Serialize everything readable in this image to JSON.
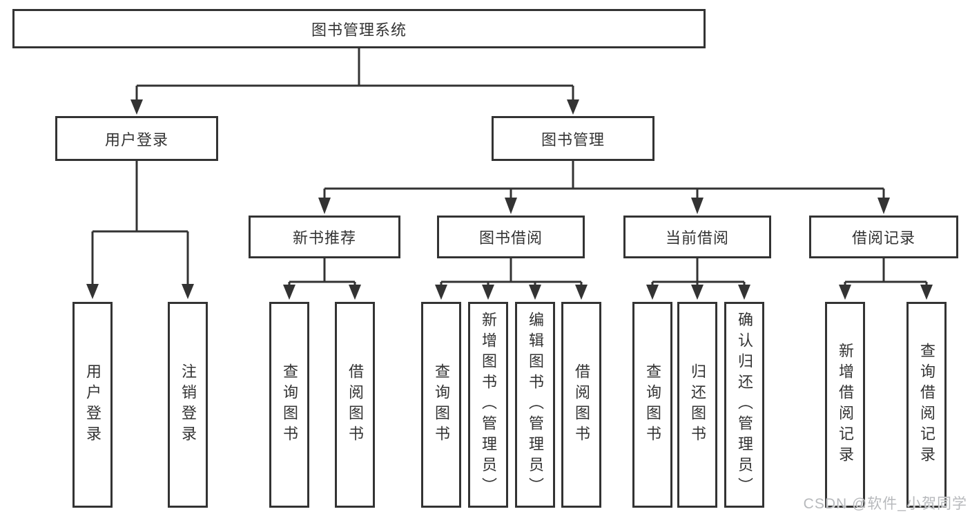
{
  "tree": {
    "label": "图书管理系统",
    "children": [
      {
        "label": "用户登录",
        "children": [
          {
            "label": "用户登录"
          },
          {
            "label": "注销登录"
          }
        ]
      },
      {
        "label": "图书管理",
        "children": [
          {
            "label": "新书推荐",
            "children": [
              {
                "label": "查询图书"
              },
              {
                "label": "借阅图书"
              }
            ]
          },
          {
            "label": "图书借阅",
            "children": [
              {
                "label": "查询图书"
              },
              {
                "label": "新增图书（管理员）"
              },
              {
                "label": "编辑图书（管理员）"
              },
              {
                "label": "借阅图书"
              }
            ]
          },
          {
            "label": "当前借阅",
            "children": [
              {
                "label": "查询图书"
              },
              {
                "label": "归还图书"
              },
              {
                "label": "确认归还（管理员）"
              }
            ]
          },
          {
            "label": "借阅记录",
            "children": [
              {
                "label": "新增借阅记录"
              },
              {
                "label": "查询借阅记录"
              }
            ]
          }
        ]
      }
    ]
  },
  "watermark": "CSDN @软件_小贺同学",
  "colors": {
    "line": "#333333",
    "box_border": "#333333",
    "text": "#333333",
    "background": "#ffffff",
    "watermark": "#b7b9bc"
  }
}
